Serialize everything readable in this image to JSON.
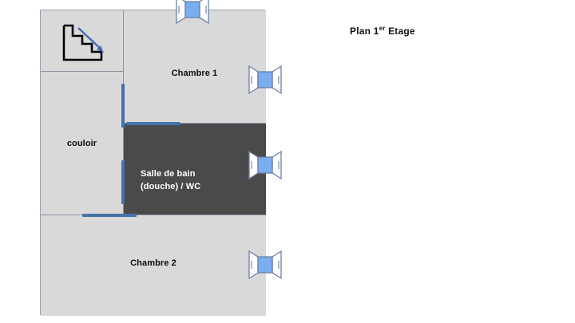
{
  "page": {
    "title": "Plan 1er Etage",
    "title_main": "Plan 1",
    "title_sup": "er",
    "title_tail": " Etage",
    "background_color": "#ffffff"
  },
  "plan": {
    "outline_color": "#9aa2b1",
    "floor_color": "#d9d9d9",
    "wet_room_color": "#4a4a4a",
    "door_color": "#4472a8",
    "window_glass_color": "#7aaef0",
    "window_frame_color": "#ffffff",
    "window_outline_color": "#6b7fa8",
    "stairs_outline_color": "#000000",
    "stairs_arrow_color": "#4a6bb0"
  },
  "rooms": [
    {
      "id": "stairs",
      "label": "",
      "fill": "light"
    },
    {
      "id": "couloir",
      "label": "couloir",
      "fill": "light"
    },
    {
      "id": "chambre1",
      "label": "Chambre 1",
      "fill": "light"
    },
    {
      "id": "bath",
      "label": "Salle de bain\n(douche) / WC",
      "fill": "dark"
    },
    {
      "id": "chambre2",
      "label": "Chambre 2",
      "fill": "light"
    }
  ],
  "labels": {
    "chambre1": "Chambre 1",
    "couloir": "couloir",
    "bath": "Salle de bain\n(douche) / WC",
    "chambre2": "Chambre 2"
  },
  "icons": {
    "stairs": "stairs-icon",
    "stairs_arrow": "down-arrow-icon",
    "window": "window-icon"
  },
  "windows": [
    {
      "id": "window-chambre1-north",
      "room": "Chambre 1",
      "wall": "north"
    },
    {
      "id": "window-chambre1-east",
      "room": "Chambre 1",
      "wall": "east"
    },
    {
      "id": "window-bath-east",
      "room": "Salle de bain",
      "wall": "east"
    },
    {
      "id": "window-chambre2-east",
      "room": "Chambre 2",
      "wall": "east"
    }
  ],
  "doors": [
    {
      "id": "door-couloir-chambre1",
      "between": "couloir / Chambre 1",
      "orientation": "vertical"
    },
    {
      "id": "door-couloir-bath",
      "between": "couloir / Salle de bain",
      "orientation": "vertical"
    },
    {
      "id": "door-bath-top",
      "between": "Chambre 1 / Salle de bain",
      "orientation": "horizontal"
    },
    {
      "id": "door-couloir-chambre2",
      "between": "couloir / Chambre 2",
      "orientation": "horizontal"
    }
  ]
}
